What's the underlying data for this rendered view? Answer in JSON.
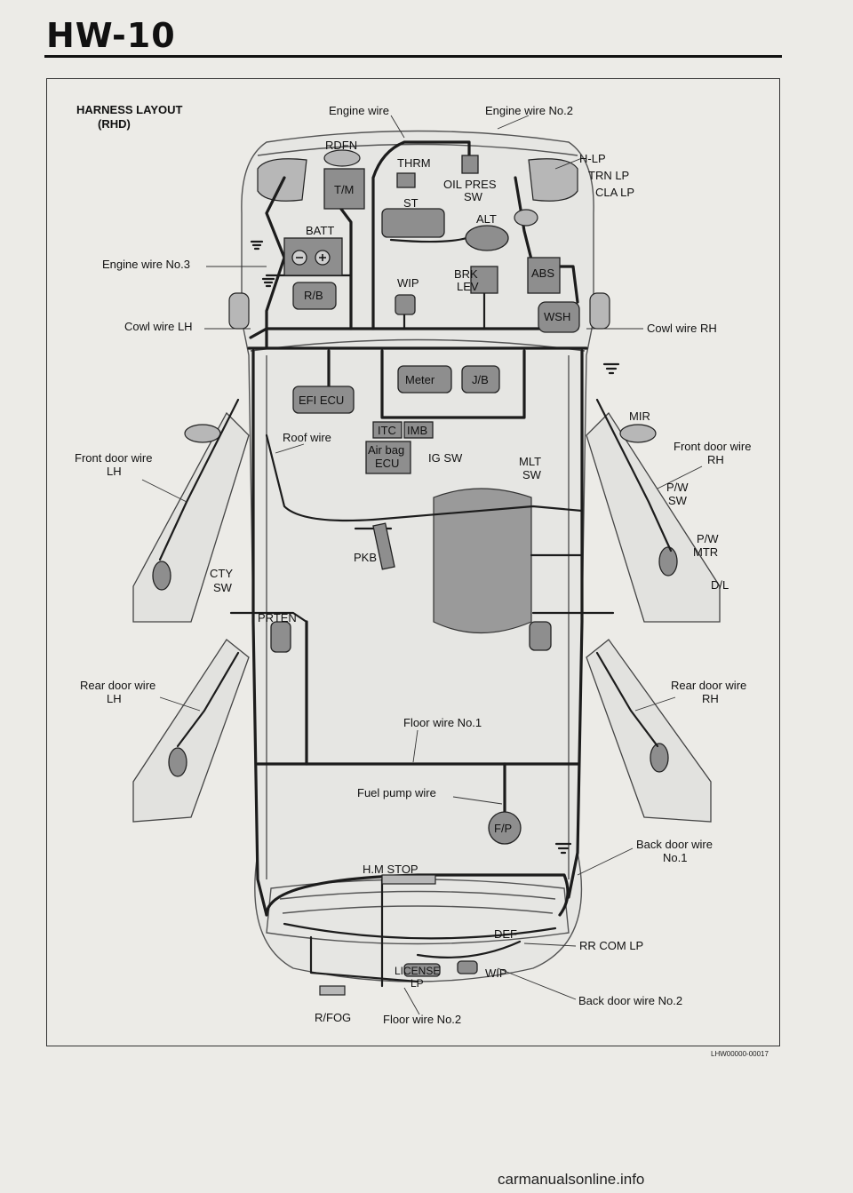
{
  "page": {
    "title": "HW-10",
    "code": "LHW00000-00017",
    "watermark": "carmanualsonline.info"
  },
  "diagram": {
    "title_line1": "HARNESS LAYOUT",
    "title_line2": "(RHD)",
    "harness_labels": {
      "engine_wire": "Engine wire",
      "engine_wire_no2": "Engine wire No.2",
      "engine_wire_no3": "Engine wire No.3",
      "cowl_wire_lh": "Cowl wire LH",
      "cowl_wire_rh": "Cowl wire RH",
      "roof_wire": "Roof wire",
      "front_door_wire_lh_1": "Front door wire",
      "front_door_wire_lh_2": "LH",
      "front_door_wire_rh_1": "Front door wire",
      "front_door_wire_rh_2": "RH",
      "rear_door_wire_lh_1": "Rear door wire",
      "rear_door_wire_lh_2": "LH",
      "rear_door_wire_rh_1": "Rear door wire",
      "rear_door_wire_rh_2": "RH",
      "floor_wire_no1": "Floor wire No.1",
      "fuel_pump_wire": "Fuel pump wire",
      "back_door_wire_no1_1": "Back door wire",
      "back_door_wire_no1_2": "No.1",
      "back_door_wire_no2": "Back door wire No.2",
      "floor_wire_no2": "Floor wire No.2"
    },
    "components": {
      "rdfn": "RDFN",
      "thrm": "THRM",
      "tm": "T/M",
      "oil_pres_1": "OIL PRES",
      "oil_pres_2": "SW",
      "st": "ST",
      "alt": "ALT",
      "hlp": "H-LP",
      "trn_lp": "TRN LP",
      "cla_lp": "CLA LP",
      "batt": "BATT",
      "rb": "R/B",
      "wip_front": "WIP",
      "brk_lev_1": "BRK",
      "brk_lev_2": "LEV",
      "abs": "ABS",
      "wsh": "WSH",
      "meter": "Meter",
      "jb": "J/B",
      "efi_ecu": "EFI ECU",
      "itc": "ITC",
      "imb": "IMB",
      "airbag_1": "Air bag",
      "airbag_2": "ECU",
      "ig_sw": "IG SW",
      "mlt_sw_1": "MLT",
      "mlt_sw_2": "SW",
      "mir": "MIR",
      "pw_sw_1": "P/W",
      "pw_sw_2": "SW",
      "pw_mtr_1": "P/W",
      "pw_mtr_2": "MTR",
      "dl": "D/L",
      "pkb": "PKB",
      "cty_sw_1": "CTY",
      "cty_sw_2": "SW",
      "prten": "PRTEN",
      "fp": "F/P",
      "hm_stop": "H.M STOP",
      "def": "DEF",
      "rr_com_lp": "RR COM LP",
      "license_lp_1": "LICENSE",
      "license_lp_2": "LP",
      "wip_rear": "WIP",
      "rfog": "R/FOG"
    }
  }
}
